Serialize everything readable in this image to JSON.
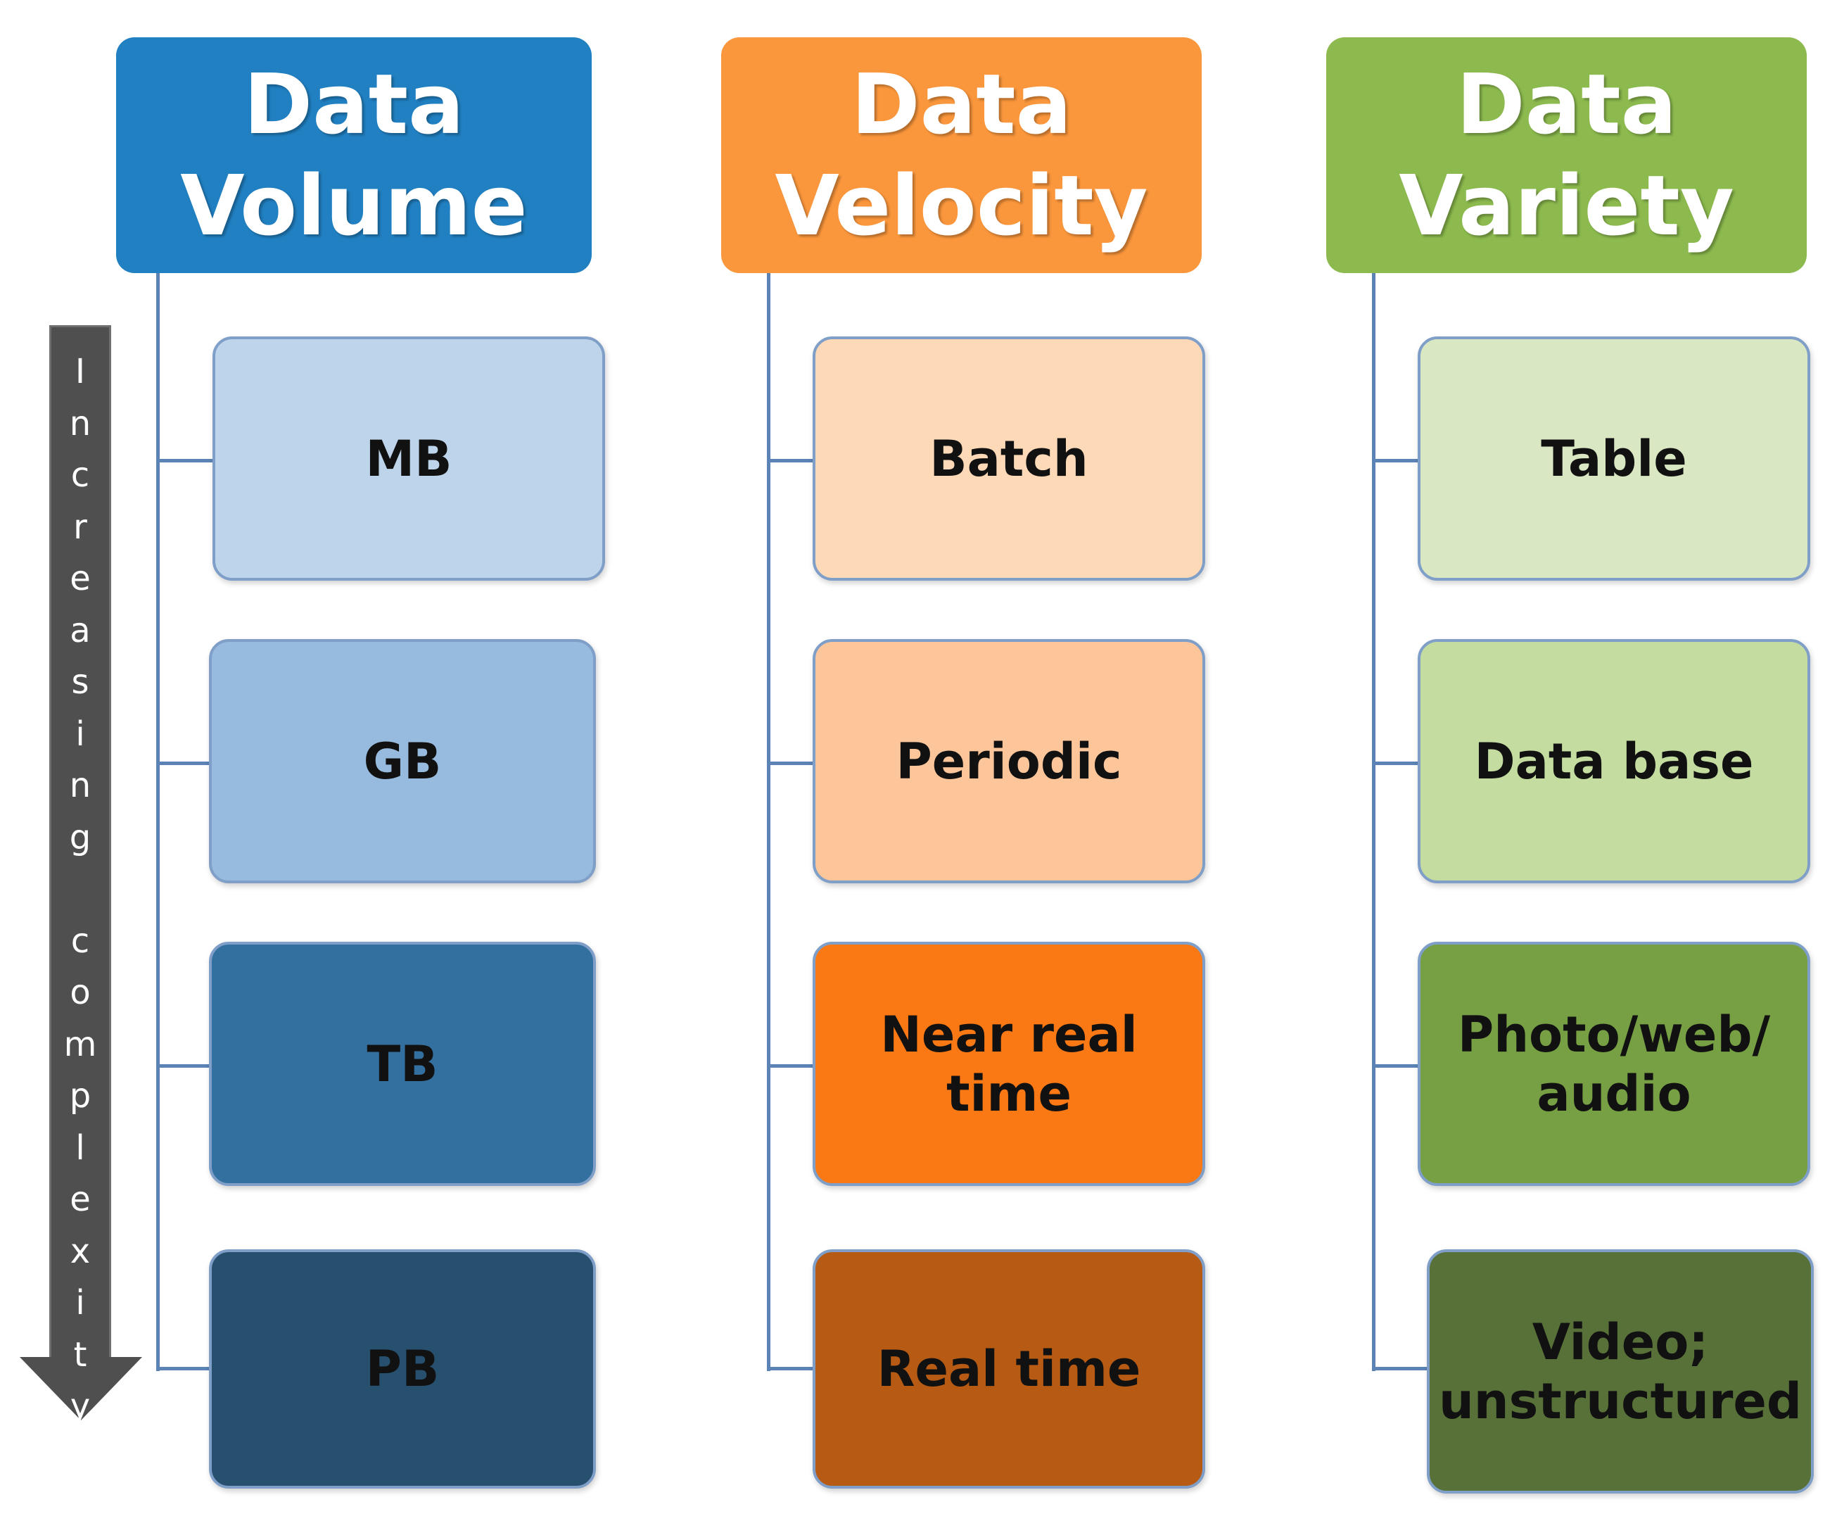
{
  "columns": [
    {
      "header_lines": [
        "Data",
        "Volume"
      ],
      "items": [
        "MB",
        "GB",
        "TB",
        "PB"
      ]
    },
    {
      "header_lines": [
        "Data",
        "Velocity"
      ],
      "items": [
        "Batch",
        "Periodic",
        "Near real time",
        "Real time"
      ]
    },
    {
      "header_lines": [
        "Data",
        "Variety"
      ],
      "items": [
        "Table",
        "Data base",
        "Photo/web/\naudio",
        "Video;\nunstructured"
      ]
    }
  ],
  "arrow_label": "Increasing complexity",
  "colors": {
    "volume_header": "#2180c2",
    "velocity_header": "#fa963c",
    "variety_header": "#8cba4e",
    "volume_items": [
      "#bdd4ea",
      "#97bbde",
      "#33709f",
      "#27506f"
    ],
    "velocity_items": [
      "#fdd9b8",
      "#fcc59a",
      "#fa7914",
      "#b65a14"
    ],
    "variety_items": [
      "#d9e7c2",
      "#c4dca0",
      "#779f44",
      "#587138"
    ],
    "connector": "#5b83b6",
    "arrow": "#4f4f4f"
  }
}
